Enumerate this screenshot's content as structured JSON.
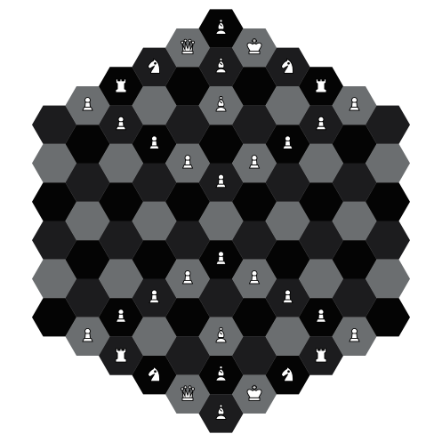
{
  "game": {
    "variant": "hexagonal-chess",
    "board_size": 6,
    "cell_colors": [
      "#6b6e70",
      "#1c1c1e",
      "#040404"
    ],
    "piece_fill": "#ffffff",
    "piece_stroke": "#000000"
  },
  "pieces": [
    {
      "q": 0,
      "r": -5,
      "type": "bishop",
      "side": "white",
      "icon": "bishop-icon"
    },
    {
      "q": 0,
      "r": -4,
      "type": "bishop",
      "side": "white",
      "icon": "bishop-icon"
    },
    {
      "q": 0,
      "r": -3,
      "type": "bishop",
      "side": "white",
      "icon": "bishop-icon"
    },
    {
      "q": -1,
      "r": -4,
      "type": "queen",
      "side": "white",
      "icon": "queen-icon"
    },
    {
      "q": 1,
      "r": -5,
      "type": "king",
      "side": "white",
      "icon": "king-icon"
    },
    {
      "q": -2,
      "r": -3,
      "type": "knight",
      "side": "white",
      "icon": "knight-icon"
    },
    {
      "q": 2,
      "r": -5,
      "type": "knight",
      "side": "white",
      "icon": "knight-icon"
    },
    {
      "q": -3,
      "r": -2,
      "type": "rook",
      "side": "white",
      "icon": "rook-icon"
    },
    {
      "q": 3,
      "r": -5,
      "type": "rook",
      "side": "white",
      "icon": "rook-icon"
    },
    {
      "q": -4,
      "r": -1,
      "type": "pawn",
      "side": "white",
      "icon": "pawn-icon"
    },
    {
      "q": -3,
      "r": -1,
      "type": "pawn",
      "side": "white",
      "icon": "pawn-icon"
    },
    {
      "q": -2,
      "r": -1,
      "type": "pawn",
      "side": "white",
      "icon": "pawn-icon"
    },
    {
      "q": -1,
      "r": -1,
      "type": "pawn",
      "side": "white",
      "icon": "pawn-icon"
    },
    {
      "q": 0,
      "r": -1,
      "type": "pawn",
      "side": "white",
      "icon": "pawn-icon"
    },
    {
      "q": 1,
      "r": -2,
      "type": "pawn",
      "side": "white",
      "icon": "pawn-icon"
    },
    {
      "q": 2,
      "r": -3,
      "type": "pawn",
      "side": "white",
      "icon": "pawn-icon"
    },
    {
      "q": 3,
      "r": -4,
      "type": "pawn",
      "side": "white",
      "icon": "pawn-icon"
    },
    {
      "q": 4,
      "r": -5,
      "type": "pawn",
      "side": "white",
      "icon": "pawn-icon"
    },
    {
      "q": 0,
      "r": 5,
      "type": "bishop",
      "side": "white",
      "icon": "bishop-icon"
    },
    {
      "q": 0,
      "r": 4,
      "type": "bishop",
      "side": "white",
      "icon": "bishop-icon"
    },
    {
      "q": 0,
      "r": 3,
      "type": "bishop",
      "side": "white",
      "icon": "bishop-icon"
    },
    {
      "q": -1,
      "r": 5,
      "type": "queen",
      "side": "white",
      "icon": "queen-icon"
    },
    {
      "q": 1,
      "r": 4,
      "type": "king",
      "side": "white",
      "icon": "king-icon"
    },
    {
      "q": -2,
      "r": 5,
      "type": "knight",
      "side": "white",
      "icon": "knight-icon"
    },
    {
      "q": 2,
      "r": 3,
      "type": "knight",
      "side": "white",
      "icon": "knight-icon"
    },
    {
      "q": -3,
      "r": 5,
      "type": "rook",
      "side": "white",
      "icon": "rook-icon"
    },
    {
      "q": 3,
      "r": 2,
      "type": "rook",
      "side": "white",
      "icon": "rook-icon"
    },
    {
      "q": -4,
      "r": 5,
      "type": "pawn",
      "side": "white",
      "icon": "pawn-icon"
    },
    {
      "q": -3,
      "r": 4,
      "type": "pawn",
      "side": "white",
      "icon": "pawn-icon"
    },
    {
      "q": -2,
      "r": 3,
      "type": "pawn",
      "side": "white",
      "icon": "pawn-icon"
    },
    {
      "q": -1,
      "r": 2,
      "type": "pawn",
      "side": "white",
      "icon": "pawn-icon"
    },
    {
      "q": 0,
      "r": 1,
      "type": "pawn",
      "side": "white",
      "icon": "pawn-icon"
    },
    {
      "q": 1,
      "r": 1,
      "type": "pawn",
      "side": "white",
      "icon": "pawn-icon"
    },
    {
      "q": 2,
      "r": 1,
      "type": "pawn",
      "side": "white",
      "icon": "pawn-icon"
    },
    {
      "q": 3,
      "r": 1,
      "type": "pawn",
      "side": "white",
      "icon": "pawn-icon"
    },
    {
      "q": 4,
      "r": 1,
      "type": "pawn",
      "side": "white",
      "icon": "pawn-icon"
    }
  ]
}
